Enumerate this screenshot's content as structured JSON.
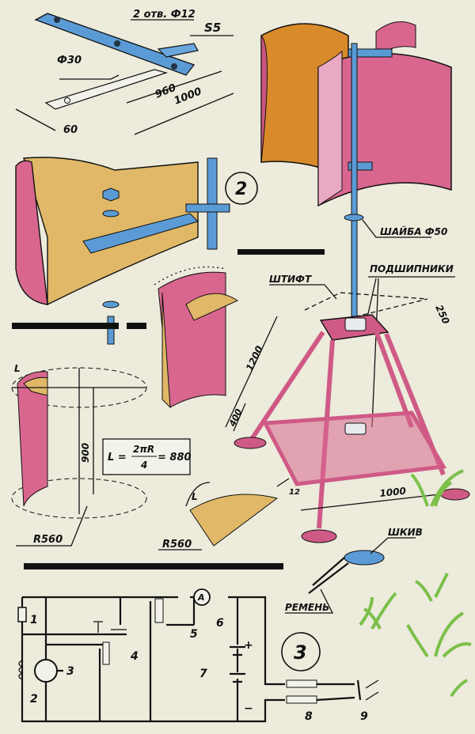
{
  "colors": {
    "background": "#ecebdc",
    "steel_blue": "#5b9bd5",
    "blade_pink": "#d9668f",
    "blade_orange": "#d98a2a",
    "wood": "#e0b868",
    "frame_pink": "#cf5a86",
    "grass": "#7cc04a"
  },
  "crossbar_drawing": {
    "holes_label": "2 отв. Ф12",
    "thickness_label": "S5",
    "center_hole_label": "Ф30",
    "inner_length": "960",
    "outer_length": "1000",
    "width": "60"
  },
  "figure_numbers": {
    "fig2": "2",
    "fig3": "3"
  },
  "tower": {
    "washer_label": "ШАЙБА Ф50",
    "pin_label": "ШТИФТ",
    "bearings_label": "ПОДШИПНИКИ",
    "top_size": "250",
    "height": "1200",
    "foot": "400",
    "base_size": "1000",
    "pulley_label": "ШКИВ",
    "belt_label": "РЕМЕНЬ"
  },
  "blade": {
    "arc_label_1": "L",
    "arc_label_2": "L",
    "height": "900",
    "formula_lhs": "L =",
    "formula_num": "2πR",
    "formula_den": "4",
    "formula_result": "= 880",
    "radius_1": "R560",
    "radius_2": "R560",
    "plate_thickness": "12"
  },
  "circuit": {
    "labels": [
      "1",
      "2",
      "3",
      "4",
      "5",
      "6",
      "7",
      "8",
      "9"
    ],
    "ammeter": "A",
    "plus": "+",
    "minus": "−"
  }
}
